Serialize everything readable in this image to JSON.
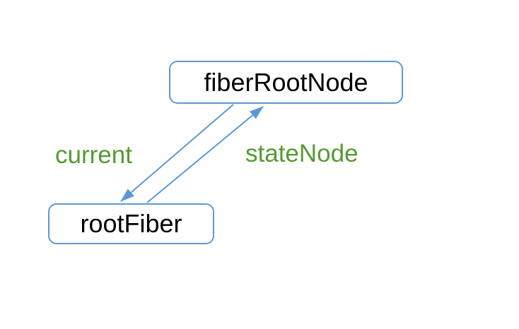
{
  "diagram": {
    "nodes": [
      {
        "id": "fiberRootNode",
        "label": "fiberRootNode"
      },
      {
        "id": "rootFiber",
        "label": "rootFiber"
      }
    ],
    "edges": [
      {
        "label": "current",
        "from": "fiberRootNode",
        "to": "rootFiber"
      },
      {
        "label": "stateNode",
        "from": "rootFiber",
        "to": "fiberRootNode"
      }
    ]
  },
  "colors": {
    "accent_blue": "#5B99D6",
    "label_green": "#569A32",
    "node_text": "#000000",
    "background": "#FFFFFF"
  }
}
